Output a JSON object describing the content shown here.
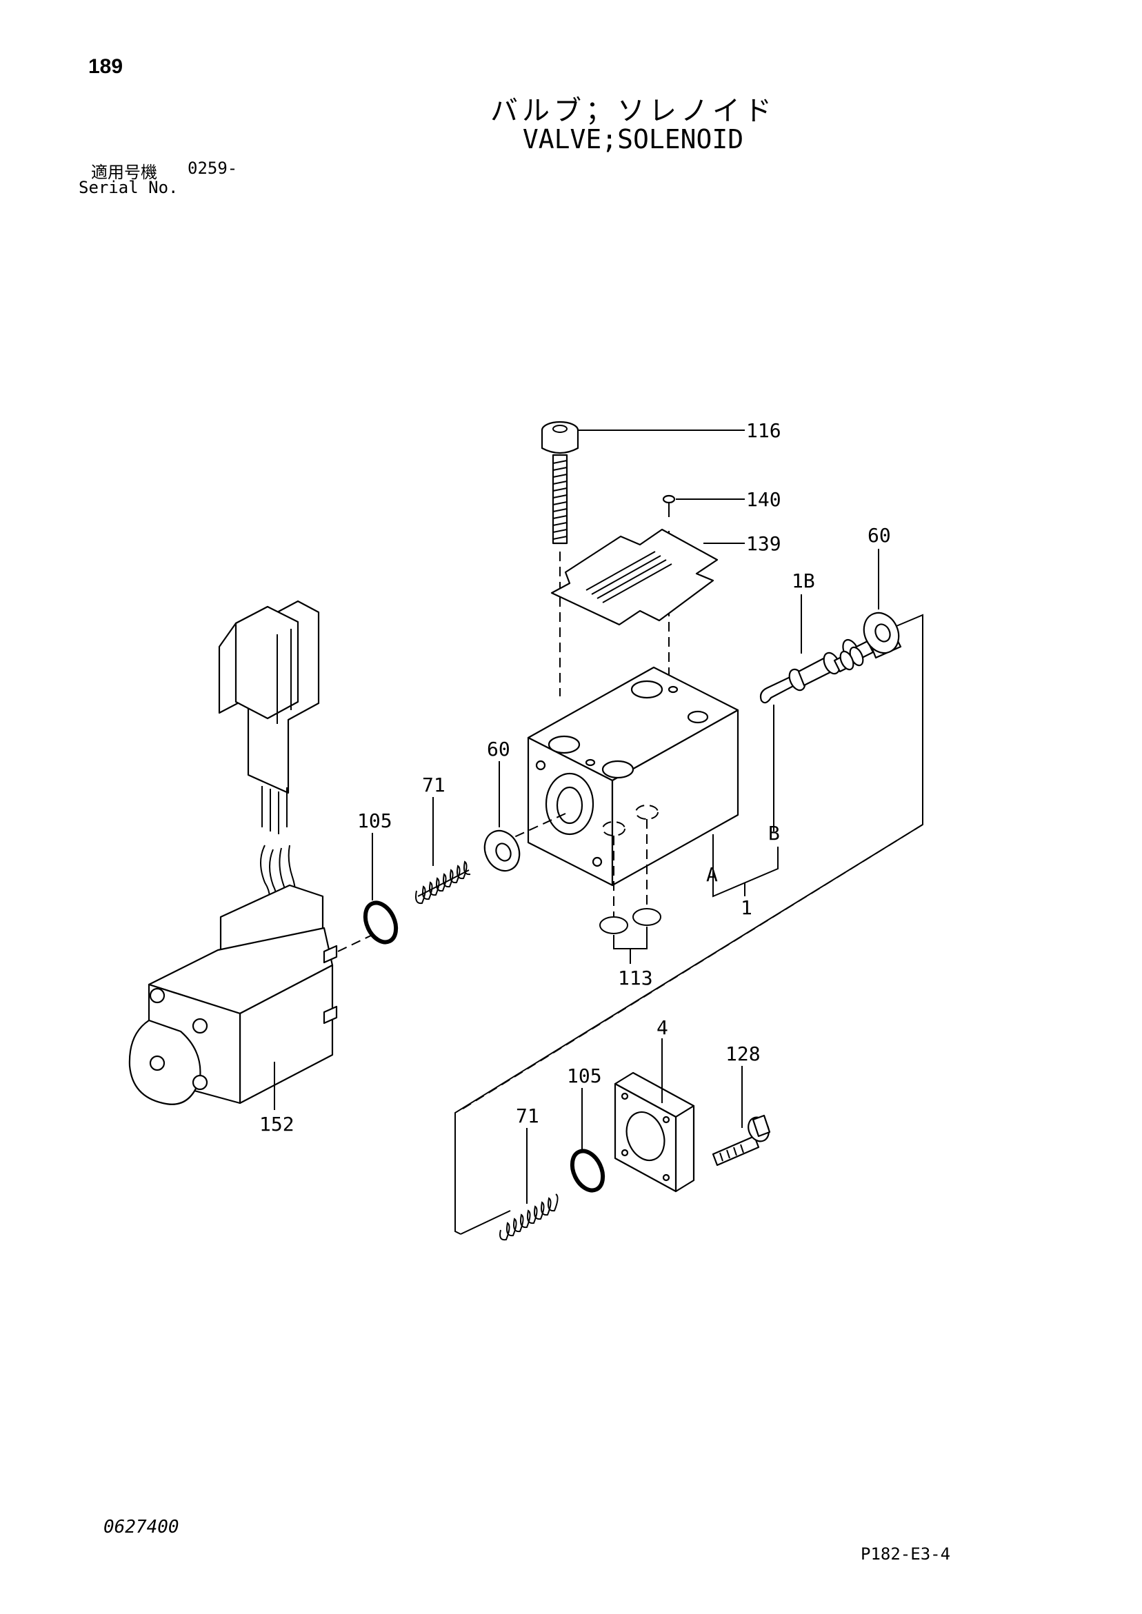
{
  "header": {
    "page_number": "189",
    "title_jp": "バルブ；ソレノイド",
    "title_en": "VALVE;SOLENOID",
    "serial_label_jp": "適用号機",
    "serial_range": "0259-",
    "serial_label_en": "Serial No."
  },
  "callouts": {
    "p116": "116",
    "p140": "140",
    "p139": "139",
    "p60_right": "60",
    "p1b": "1B",
    "p60_left": "60",
    "p71_top": "71",
    "p105_top": "105",
    "p_a": "A",
    "p_b": "B",
    "p1": "1",
    "p113": "113",
    "p152": "152",
    "p4": "4",
    "p128": "128",
    "p105_bottom": "105",
    "p71_bottom": "71"
  },
  "footer": {
    "doc_id": "0627400",
    "figure_code": "P182-E3-4"
  }
}
